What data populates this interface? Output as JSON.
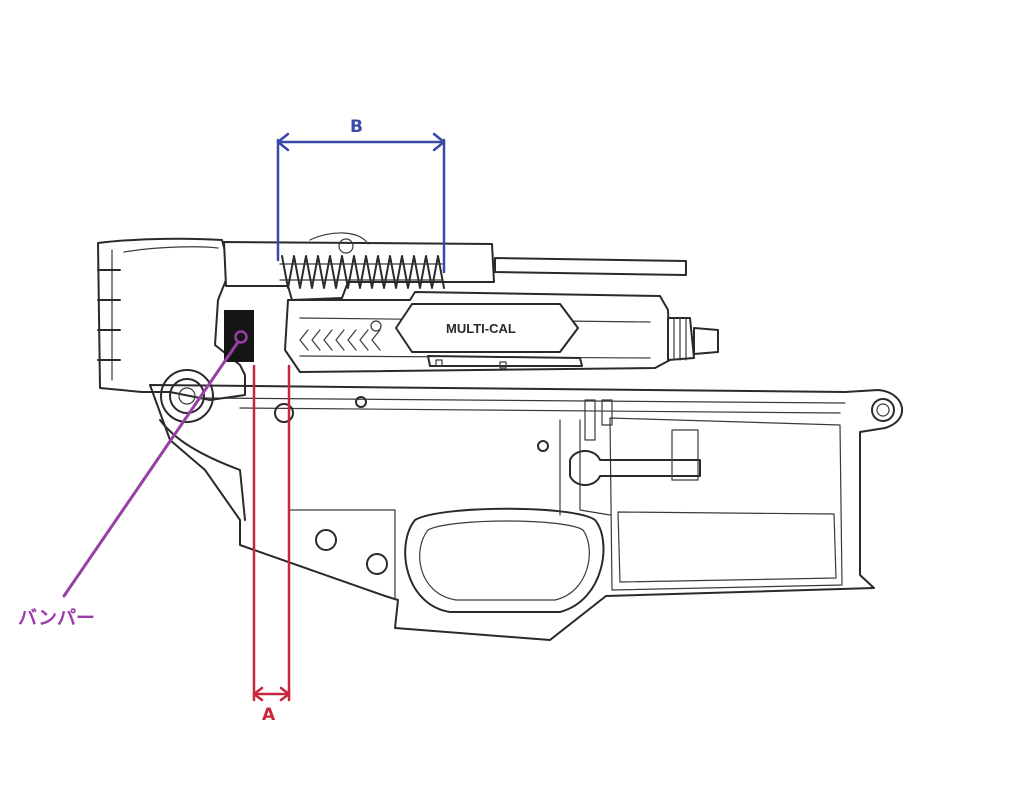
{
  "labels": {
    "dimension_b": "B",
    "dimension_a": "A",
    "bumper": "バンパー",
    "receiver_marking": "MULTI-CAL"
  },
  "colors": {
    "dimension_b": "#3a48a8",
    "dimension_a": "#c8263a",
    "bumper_leader": "#9a3ea8",
    "line_art": "#2a2a2a"
  }
}
